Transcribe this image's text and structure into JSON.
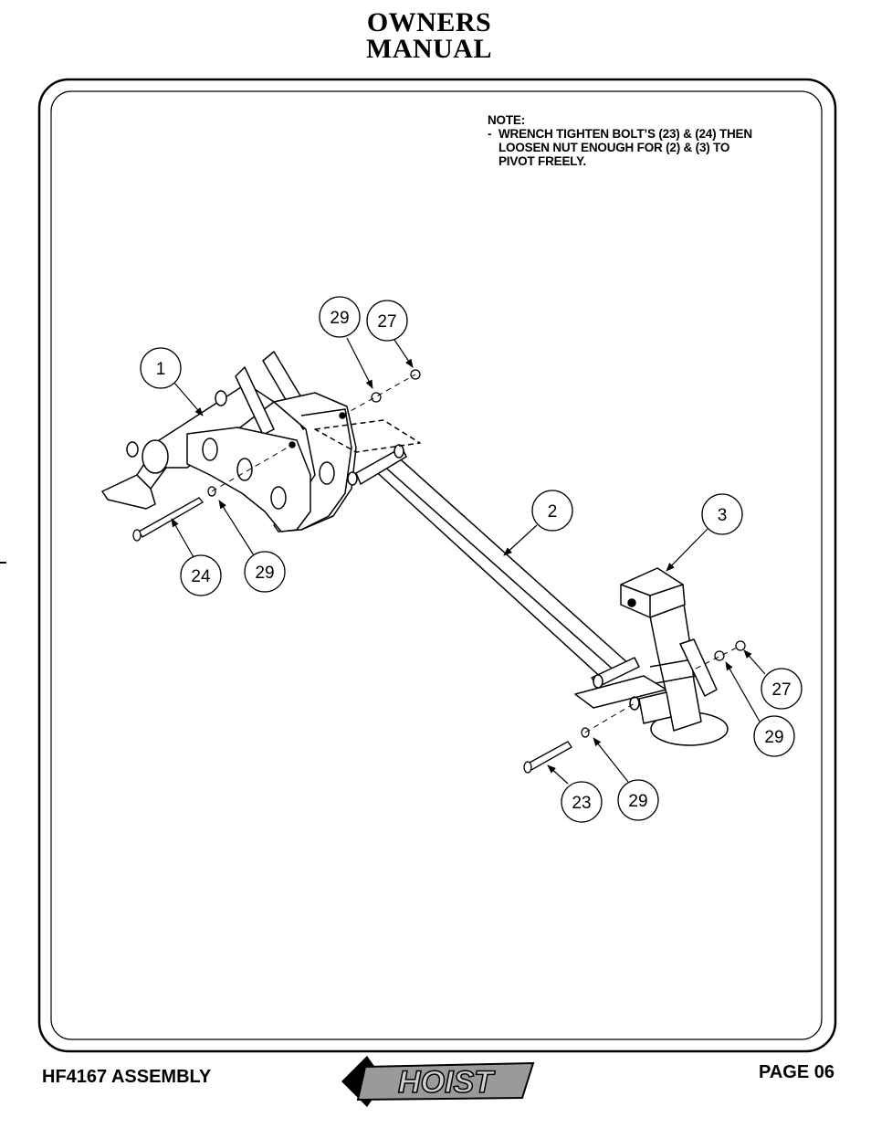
{
  "header": {
    "title_line1": "OWNERS",
    "title_line2": "MANUAL"
  },
  "note": {
    "heading": "NOTE:",
    "bullet": "-",
    "line1": "WRENCH TIGHTEN BOLT’S (23) & (24) THEN",
    "line2": "LOOSEN NUT ENOUGH FOR (2) & (3) TO",
    "line3": "PIVOT FREELY."
  },
  "callouts": {
    "c1": "1",
    "c2": "2",
    "c3": "3",
    "c29_top": "29",
    "c27_top": "27",
    "c24": "24",
    "c29_left": "29",
    "c27_right": "27",
    "c29_right": "29",
    "c23": "23",
    "c29_bottom": "29"
  },
  "footer": {
    "left": "HF4167 ASSEMBLY",
    "right": "PAGE 06",
    "logo_text": "HOIST"
  }
}
